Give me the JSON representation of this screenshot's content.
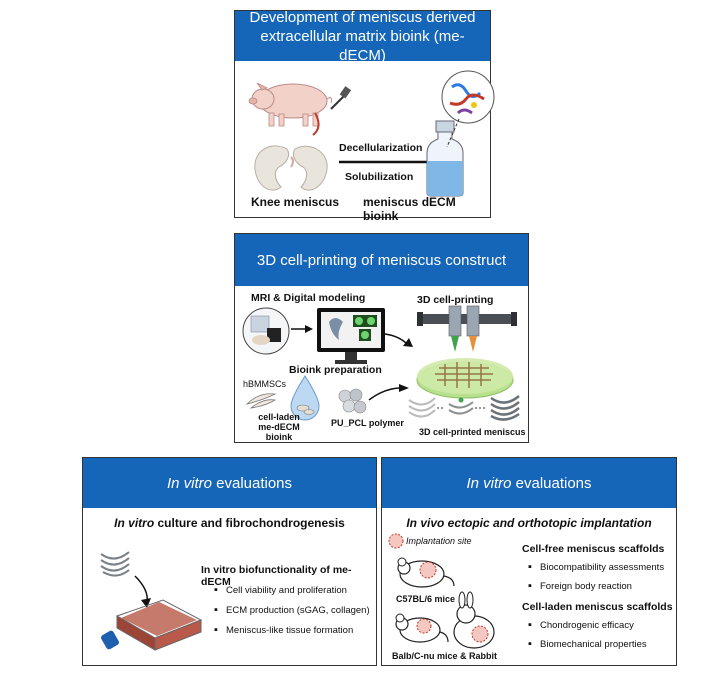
{
  "panel1": {
    "title_line1": "Development of meniscus derived",
    "title_line2": "extracellular matrix bioink (me-dECM)",
    "decell_label": "Decellularization",
    "solub_label": "Solubilization",
    "knee_label": "Knee meniscus",
    "bioink_label": "meniscus dECM bioink"
  },
  "panel2": {
    "title": "3D cell-printing of meniscus construct",
    "mri_label": "MRI & Digital modeling",
    "printing_label": "3D cell-printing",
    "prep_label": "Bioink preparation",
    "hbmmsc_label": "hBMMSCs",
    "cellladen_line1": "cell-laden",
    "cellladen_line2": "me-dECM bioink",
    "pu_label": "PU_PCL polymer",
    "printed_label": "3D cell-printed meniscus"
  },
  "panel3": {
    "title_italic": "In vitro",
    "title_rest": " evaluations",
    "subtitle_italic": "In vitro",
    "subtitle_rest": " culture and fibrochondrogenesis",
    "bio_heading": "In vitro biofunctionality of me-dECM",
    "bullets": [
      "Cell viability and proliferation",
      "ECM production (sGAG, collagen)",
      "Meniscus-like tissue formation"
    ]
  },
  "panel4": {
    "title_italic": "In vitro",
    "title_rest": " evaluations",
    "subtitle": "In vivo ectopic and orthotopic implantation",
    "implant_site": "Implantation site",
    "mice_label": "C57BL/6 mice",
    "balb_label": "Balb/C-nu mice & Rabbit",
    "free_heading": "Cell-free meniscus scaffolds",
    "free_bullets": [
      "Biocompatibility assessments",
      "Foreign body reaction"
    ],
    "laden_heading": "Cell-laden meniscus scaffolds",
    "laden_bullets": [
      "Chondrogenic efficacy",
      "Biomechanical properties"
    ]
  },
  "colors": {
    "header_blue": "#1565b8",
    "tissue": "#a64a3c",
    "bioink": "#7fb8e6",
    "printer_green": "#9ed47a"
  },
  "icons": [
    "pig-icon",
    "meniscus-icon",
    "bottle-icon",
    "molecule-icon",
    "mri-icon",
    "monitor-icon",
    "printer-icon",
    "cell-icon",
    "droplet-icon",
    "polymer-icon",
    "flask-icon",
    "mouse-icon",
    "rabbit-icon"
  ]
}
